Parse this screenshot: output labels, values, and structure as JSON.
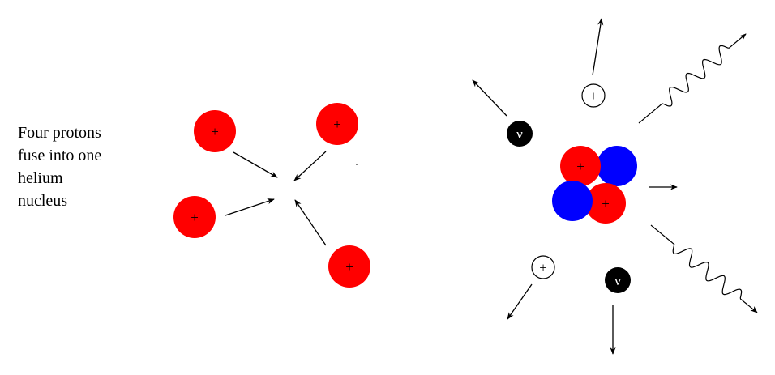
{
  "caption": {
    "lines": [
      "Four protons",
      "fuse into one",
      "helium",
      "nucleus"
    ]
  },
  "symbols": {
    "proton": "+",
    "positron": "+",
    "neutrino": "ν"
  },
  "colors": {
    "proton": "#ff0000",
    "neutron": "#0000ff",
    "neutrino": "#000000",
    "arrow": "#000000",
    "background": "#ffffff"
  },
  "icons": {
    "proton": "red-circle-with-plus",
    "neutron": "blue-circle",
    "positron": "outlined-circle-with-plus",
    "neutrino": "black-circle-with-nu",
    "gamma_ray": "wavy-arrow",
    "motion": "straight-arrow"
  }
}
